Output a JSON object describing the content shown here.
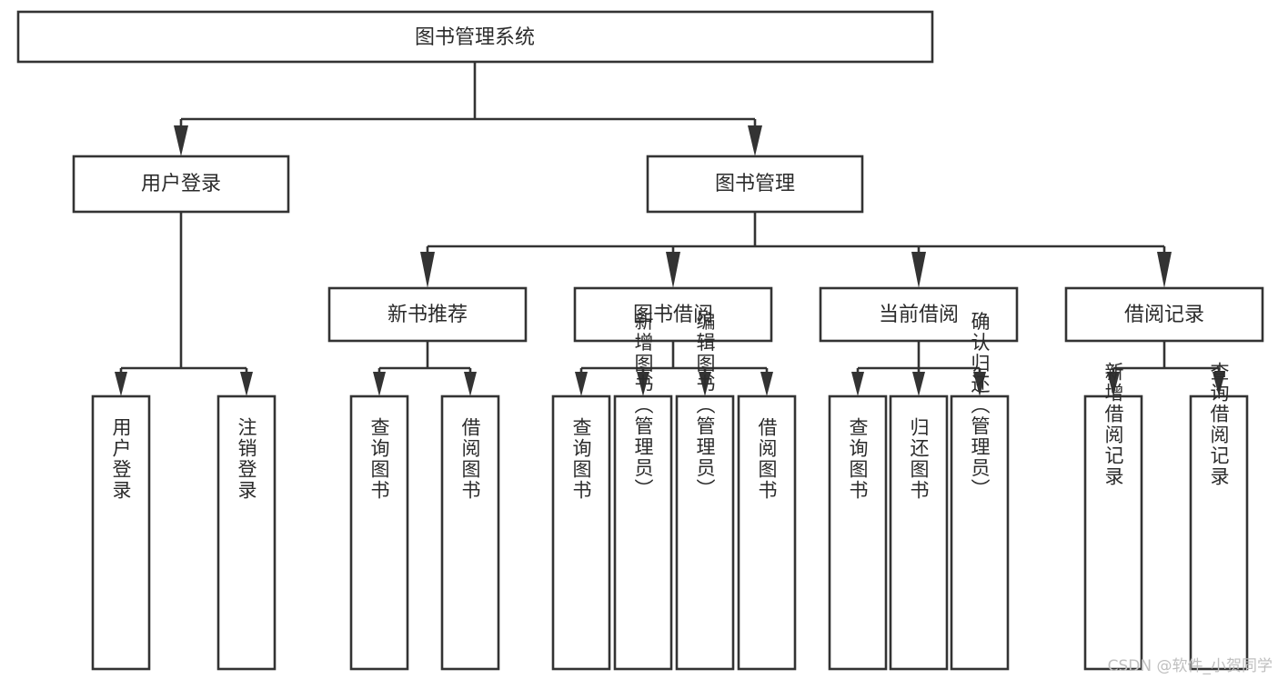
{
  "diagram": {
    "title": "图书管理系统",
    "type": "tree",
    "orientation": "top-down",
    "colors": {
      "box_border": "#333333",
      "box_fill": "#ffffff",
      "connector": "#333333",
      "text": "#2b2b2b",
      "watermark": "#bfbfbf",
      "background": "#ffffff"
    },
    "root": {
      "label": "图书管理系统"
    },
    "level2": [
      {
        "label": "用户登录"
      },
      {
        "label": "图书管理"
      }
    ],
    "level3": [
      {
        "label": "新书推荐"
      },
      {
        "label": "图书借阅"
      },
      {
        "label": "当前借阅"
      },
      {
        "label": "借阅记录"
      }
    ],
    "leaves": {
      "user_login": [
        {
          "label": "用户登录"
        },
        {
          "label": "注销登录"
        }
      ],
      "new_book_recommend": [
        {
          "label": "查询图书"
        },
        {
          "label": "借阅图书"
        }
      ],
      "book_borrow": [
        {
          "label": "查询图书"
        },
        {
          "label": "新增图书（管理员）"
        },
        {
          "label": "编辑图书（管理员）"
        },
        {
          "label": "借阅图书"
        }
      ],
      "current_borrow": [
        {
          "label": "查询图书"
        },
        {
          "label": "归还图书"
        },
        {
          "label": "确认归还（管理员）"
        }
      ],
      "borrow_record": [
        {
          "label": "新增借阅记录"
        },
        {
          "label": "查询借阅记录"
        }
      ]
    }
  },
  "watermark": {
    "text": "CSDN @软件_小贺同学"
  }
}
